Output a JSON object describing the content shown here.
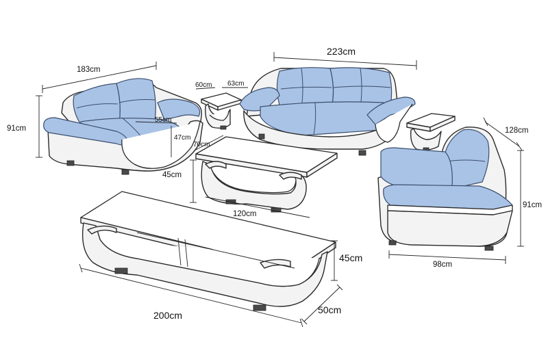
{
  "labels": {
    "loveseat_width": "183cm",
    "loveseat_height": "91cm",
    "loveseat_seat_depth": "55cm",
    "loveseat_seat_height": "47cm",
    "end_table_width": "60cm",
    "end_table_depth": "63cm",
    "sofa_width": "223cm",
    "chair_depth": "128cm",
    "chair_height": "91cm",
    "chair_width": "98cm",
    "coffee_table_depth": "70cm",
    "coffee_table_height": "45cm",
    "coffee_table_width": "120cm",
    "tv_stand_height": "45cm",
    "tv_stand_depth": "50cm",
    "tv_stand_width": "200cm"
  },
  "colors": {
    "cushion": "#a9c3e6",
    "frame": "#f3f3f3",
    "outline": "#2a2a2a"
  }
}
